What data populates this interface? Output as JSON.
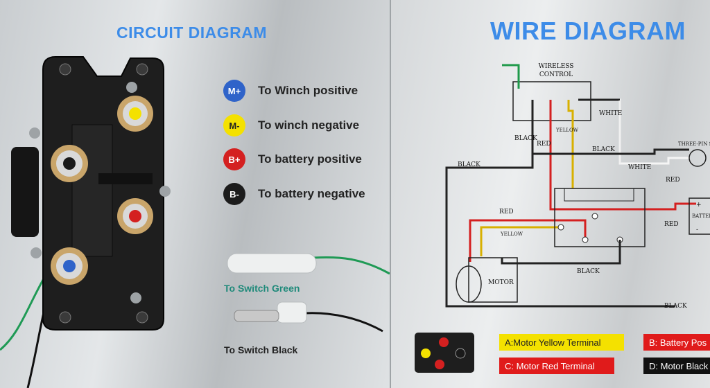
{
  "circuit": {
    "title": "CIRCUIT DIAGRAM",
    "legend": [
      {
        "code": "M+",
        "label": "To Winch positive",
        "color": "#2f63c9",
        "text_color": "#ffffff"
      },
      {
        "code": "M-",
        "label": "To winch negative",
        "color": "#f4e100",
        "text_color": "#222222"
      },
      {
        "code": "B+",
        "label": "To battery positive",
        "color": "#d42020",
        "text_color": "#ffffff"
      },
      {
        "code": "B-",
        "label": "To battery negative",
        "color": "#1c1c1c",
        "text_color": "#ffffff"
      }
    ],
    "switch_green": "To Switch Green",
    "switch_black": "To Switch Black"
  },
  "wire": {
    "title": "WIRE DIAGRAM",
    "wireless_control_line1": "WIRELESS",
    "wireless_control_line2": "CONTROL",
    "three_pin": "THREE-PIN SO",
    "battery": "BATTERY",
    "battery_plus": "+",
    "battery_minus": "-",
    "motor": "MOTOR",
    "labels": {
      "black1": "BLACK",
      "black2": "BLACK",
      "black3": "BLACK",
      "black4": "BLACK",
      "black5": "BLACK",
      "red1": "RED",
      "red2": "RED",
      "red3": "RED",
      "red4": "RED",
      "yellow1": "YELLOW",
      "yellow2": "YELLOW",
      "white1": "WHITE",
      "white2": "WHITE"
    },
    "terminals": [
      {
        "text": "A:Motor Yellow Terminal",
        "bg": "#f4e100",
        "fg": "#222222"
      },
      {
        "text": "B: Battery Pos",
        "bg": "#e01b1b",
        "fg": "#ffffff"
      },
      {
        "text": "C: Motor Red Terminal",
        "bg": "#e01b1b",
        "fg": "#ffffff"
      },
      {
        "text": "D: Motor Black",
        "bg": "#111111",
        "fg": "#ffffff"
      }
    ]
  },
  "colors": {
    "accent": "#3d8ce8",
    "green_label": "#1f8a7a"
  }
}
